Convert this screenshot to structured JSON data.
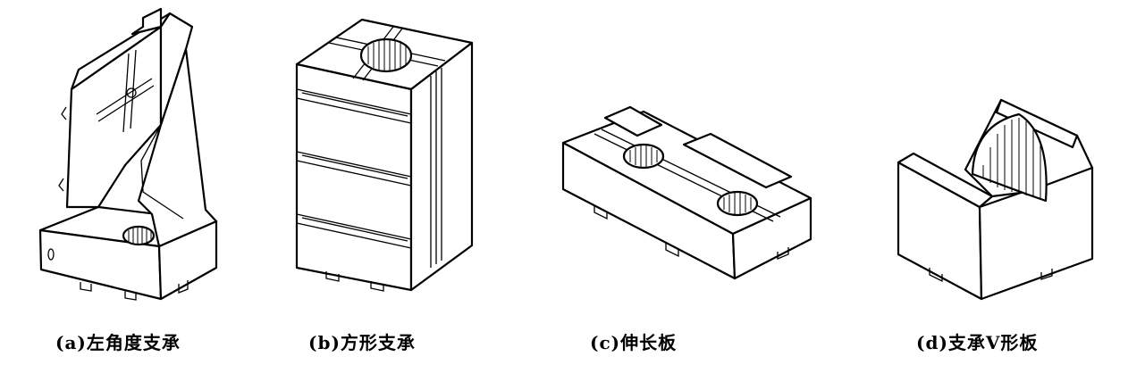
{
  "figures": [
    {
      "id": "a",
      "caption": "(a)左角度支承"
    },
    {
      "id": "b",
      "caption": "(b)方形支承"
    },
    {
      "id": "c",
      "caption": "(c)伸长板"
    },
    {
      "id": "d",
      "caption": "(d)支承V形板"
    }
  ]
}
